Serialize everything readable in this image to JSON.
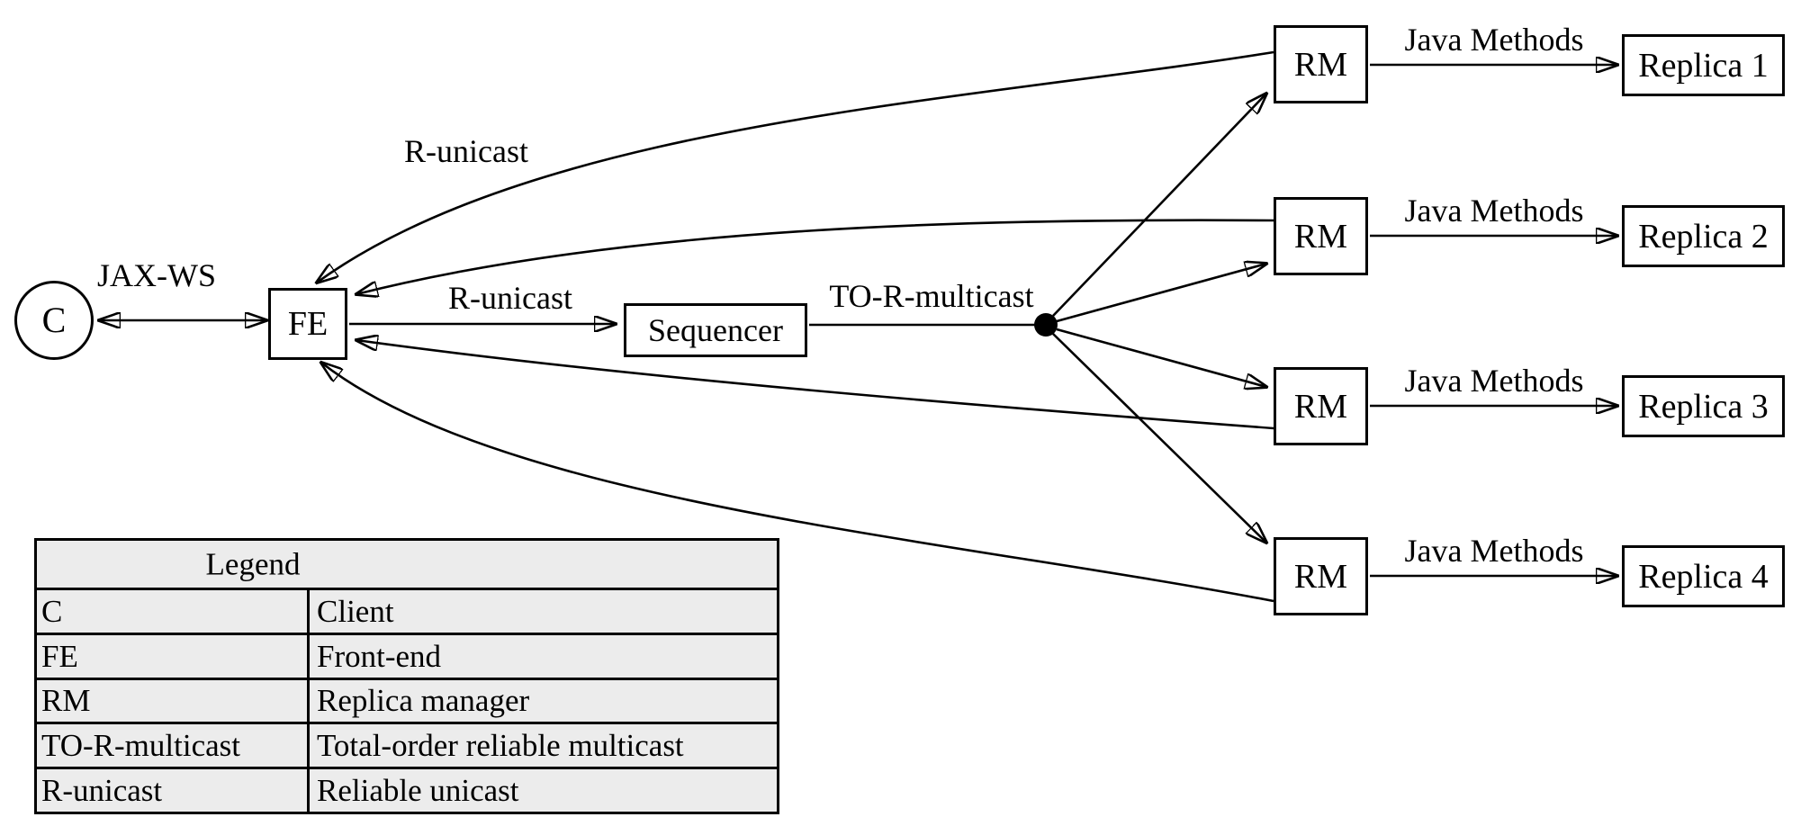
{
  "canvas": {
    "background": "#ffffff",
    "line_color": "#000000",
    "text_color": "#000000",
    "legend_background": "#ececec"
  },
  "diagram": {
    "client": {
      "label": "C"
    },
    "front_end": {
      "label": "FE"
    },
    "sequencer": {
      "label": "Sequencer"
    },
    "junction": "multicast-junction-dot",
    "edge_labels": {
      "client_fe": "JAX-WS",
      "rm_to_fe": "R-unicast",
      "fe_to_sequencer": "R-unicast",
      "sequencer_multicast": "TO-R-multicast"
    },
    "rows": [
      {
        "rm": "RM",
        "method": "Java Methods",
        "replica": "Replica 1"
      },
      {
        "rm": "RM",
        "method": "Java Methods",
        "replica": "Replica 2"
      },
      {
        "rm": "RM",
        "method": "Java Methods",
        "replica": "Replica 3"
      },
      {
        "rm": "RM",
        "method": "Java Methods",
        "replica": "Replica 4"
      }
    ]
  },
  "legend": {
    "title": "Legend",
    "rows": [
      {
        "term": "C",
        "definition": "Client"
      },
      {
        "term": "FE",
        "definition": "Front-end"
      },
      {
        "term": "RM",
        "definition": "Replica manager"
      },
      {
        "term": "TO-R-multicast",
        "definition": "Total-order reliable multicast"
      },
      {
        "term": "R-unicast",
        "definition": "Reliable unicast"
      }
    ]
  }
}
